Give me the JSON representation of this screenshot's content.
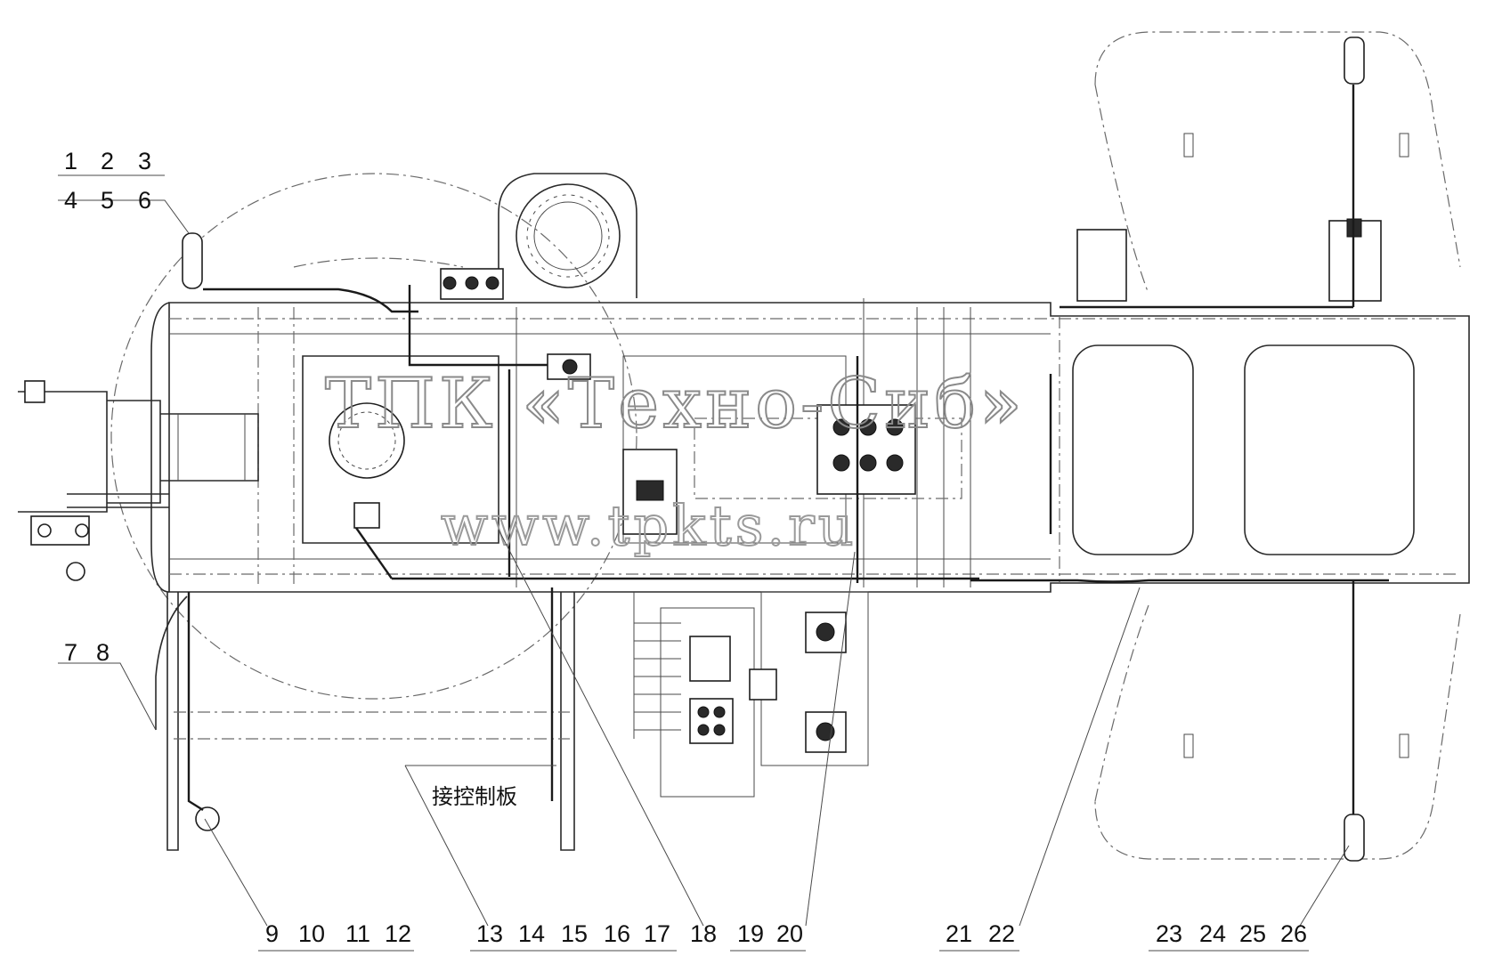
{
  "watermark": {
    "line1": "ТПК «Техно-Сиб»",
    "line2": "www.tpkts.ru"
  },
  "annotation": "接控制板",
  "callouts": [
    {
      "id": "c1",
      "label": "1"
    },
    {
      "id": "c2",
      "label": "2"
    },
    {
      "id": "c3",
      "label": "3"
    },
    {
      "id": "c4",
      "label": "4"
    },
    {
      "id": "c5",
      "label": "5"
    },
    {
      "id": "c6",
      "label": "6"
    },
    {
      "id": "c7",
      "label": "7"
    },
    {
      "id": "c8",
      "label": "8"
    },
    {
      "id": "c9",
      "label": "9"
    },
    {
      "id": "c10",
      "label": "10"
    },
    {
      "id": "c11",
      "label": "11"
    },
    {
      "id": "c12",
      "label": "12"
    },
    {
      "id": "c13",
      "label": "13"
    },
    {
      "id": "c14",
      "label": "14"
    },
    {
      "id": "c15",
      "label": "15"
    },
    {
      "id": "c16",
      "label": "16"
    },
    {
      "id": "c17",
      "label": "17"
    },
    {
      "id": "c18",
      "label": "18"
    },
    {
      "id": "c19",
      "label": "19"
    },
    {
      "id": "c20",
      "label": "20"
    },
    {
      "id": "c21",
      "label": "21"
    },
    {
      "id": "c22",
      "label": "22"
    },
    {
      "id": "c23",
      "label": "23"
    },
    {
      "id": "c24",
      "label": "24"
    },
    {
      "id": "c25",
      "label": "25"
    },
    {
      "id": "c26",
      "label": "26"
    }
  ]
}
